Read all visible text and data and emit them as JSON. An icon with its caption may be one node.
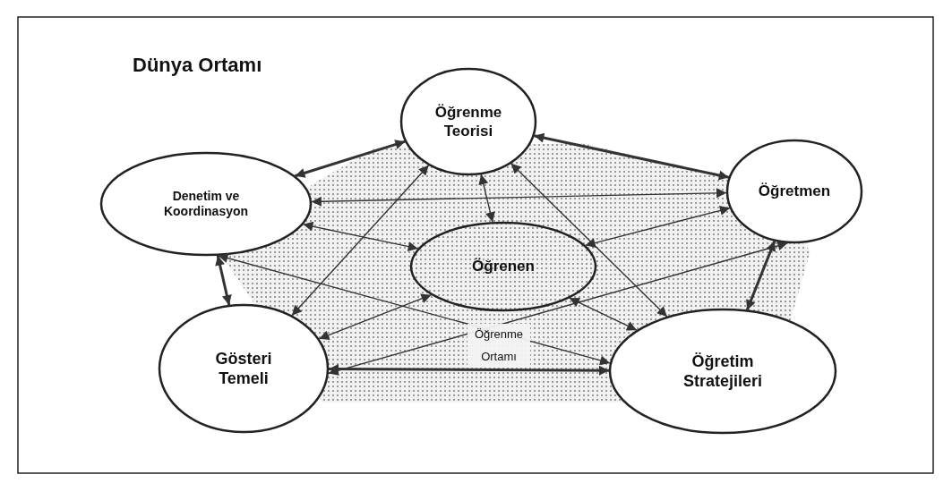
{
  "diagram": {
    "nodes": [
      {
        "text": [
          "Öğrenme Teorisi"
        ]
      },
      {
        "text": [
          "Öğretmen"
        ]
      },
      {
        "text": [
          "Denetim ve Koordinasyon"
        ]
      },
      {
        "text": [
          "Öğrenen"
        ]
      },
      {
        "text": [
          "Gösteri Temeli"
        ]
      },
      {
        "text": [
          "Öğretim Stratejileri"
        ]
      }
    ],
    "edges": [
      {
        "from": 0,
        "to": 1,
        "arrow": "both",
        "style": "thick"
      },
      {
        "from": 0,
        "to": 2,
        "arrow": "both",
        "style": "thick"
      },
      {
        "from": 0,
        "to": 3,
        "arrow": "both"
      },
      {
        "from": 0,
        "to": 4,
        "arrow": "both"
      },
      {
        "from": 0,
        "to": 5,
        "arrow": "both"
      },
      {
        "from": 2,
        "to": 1,
        "arrow": "both"
      },
      {
        "from": 2,
        "to": 3,
        "arrow": "both"
      },
      {
        "from": 2,
        "to": 4,
        "arrow": "both",
        "style": "thick"
      },
      {
        "from": 2,
        "to": 5,
        "arrow": "both"
      },
      {
        "from": 1,
        "to": 3,
        "arrow": "both"
      },
      {
        "from": 1,
        "to": 5,
        "arrow": "both",
        "style": "thick"
      },
      {
        "from": 1,
        "to": 4,
        "arrow": "both"
      },
      {
        "from": 3,
        "to": 4,
        "arrow": "both"
      },
      {
        "from": 3,
        "to": 5,
        "arrow": "both"
      },
      {
        "from": 4,
        "to": 5,
        "arrow": "both",
        "style": "thick"
      }
    ],
    "labels": [
      "Dünya Ortamı",
      "Öğrenme Ortamı"
    ]
  }
}
